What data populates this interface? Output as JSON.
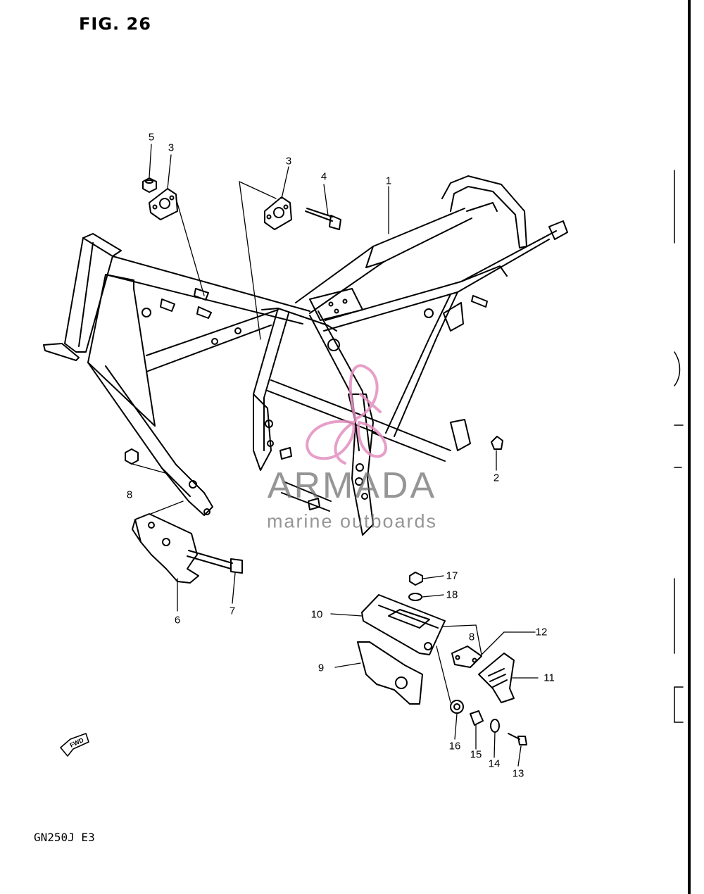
{
  "figure": {
    "title": "FIG. 26",
    "model": "GN250J  E3",
    "fwd_label": "FWD"
  },
  "watermark": {
    "brand": "ARMADA",
    "tagline": "marine outboards",
    "accent_color": "#e38fc0"
  },
  "callouts": [
    {
      "id": "c5",
      "label": "5"
    },
    {
      "id": "c3a",
      "label": "3"
    },
    {
      "id": "c3b",
      "label": "3"
    },
    {
      "id": "c4",
      "label": "4"
    },
    {
      "id": "c1",
      "label": "1"
    },
    {
      "id": "c2",
      "label": "2"
    },
    {
      "id": "c8",
      "label": "8"
    },
    {
      "id": "c6",
      "label": "6"
    },
    {
      "id": "c7",
      "label": "7"
    },
    {
      "id": "c17",
      "label": "17"
    },
    {
      "id": "c18",
      "label": "18"
    },
    {
      "id": "c10",
      "label": "10"
    },
    {
      "id": "c12",
      "label": "12"
    },
    {
      "id": "c8b",
      "label": "8"
    },
    {
      "id": "c9",
      "label": "9"
    },
    {
      "id": "c11",
      "label": "11"
    },
    {
      "id": "c16",
      "label": "16"
    },
    {
      "id": "c15",
      "label": "15"
    },
    {
      "id": "c14",
      "label": "14"
    },
    {
      "id": "c13",
      "label": "13"
    }
  ]
}
